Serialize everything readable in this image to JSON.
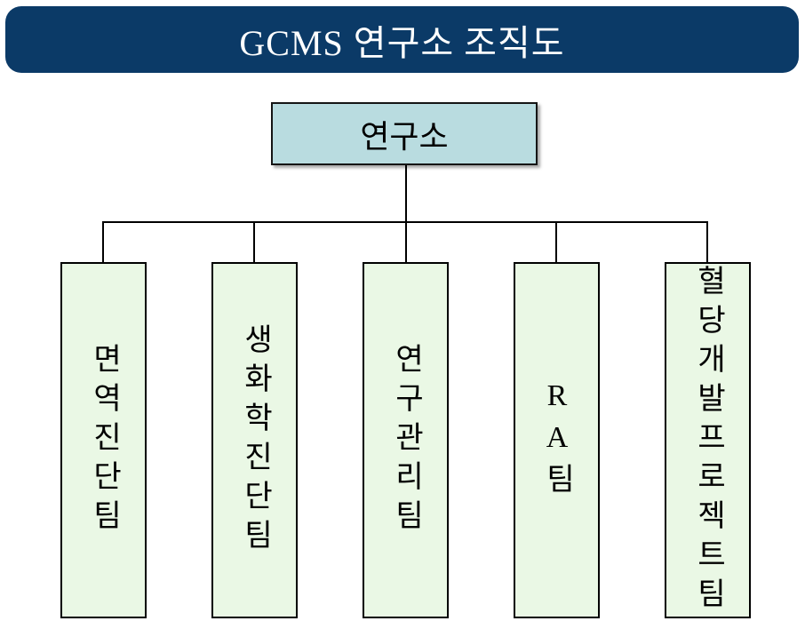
{
  "header": {
    "title": "GCMS 연구소 조직도",
    "banner_color": "#0B3A67",
    "text_color": "#FFFFFF"
  },
  "root_node": {
    "label": "연구소",
    "fill_color": "#B9DCE0",
    "border_color": "#151515"
  },
  "teams": [
    {
      "name": "면역진단팀"
    },
    {
      "name": "생화학진단팀"
    },
    {
      "name": "연구관리팀"
    },
    {
      "name": "RA팀"
    },
    {
      "name": "혈당개발프로젝트팀"
    }
  ],
  "team_node_style": {
    "fill_color": "#EAF8E5",
    "border_color": "#000000"
  },
  "connector_color": "#000000"
}
